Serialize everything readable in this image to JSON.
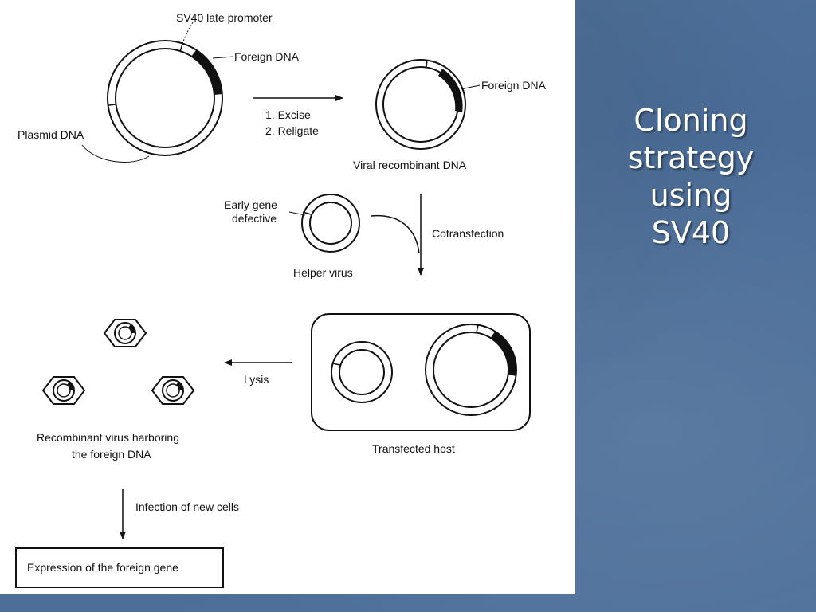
{
  "slide": {
    "title_lines": [
      "Cloning",
      "strategy",
      "using",
      "SV40"
    ],
    "colors": {
      "background": "#4a6d98",
      "panel": "#ffffff",
      "title": "#ffffff",
      "ink": "#111111"
    }
  },
  "diagram": {
    "labels": {
      "sv40_late_promoter": "SV40 late promoter",
      "foreign_dna_plasmid": "Foreign DNA",
      "plasmid_dna": "Plasmid DNA",
      "step_excise": "1.  Excise",
      "step_religate": "2.  Religate",
      "foreign_dna_viral": "Foreign DNA",
      "viral_recombinant_dna": "Viral recombinant DNA",
      "early_gene_line1": "Early gene",
      "early_gene_line2": "defective",
      "cotransfection": "Cotransfection",
      "helper_virus": "Helper virus",
      "lysis": "Lysis",
      "transfected_host": "Transfected host",
      "recombinant_virus_line1": "Recombinant virus harboring",
      "recombinant_virus_line2": "the foreign DNA",
      "infection_new_cells": "Infection of new cells",
      "expression_box": "Expression of the foreign gene"
    }
  }
}
